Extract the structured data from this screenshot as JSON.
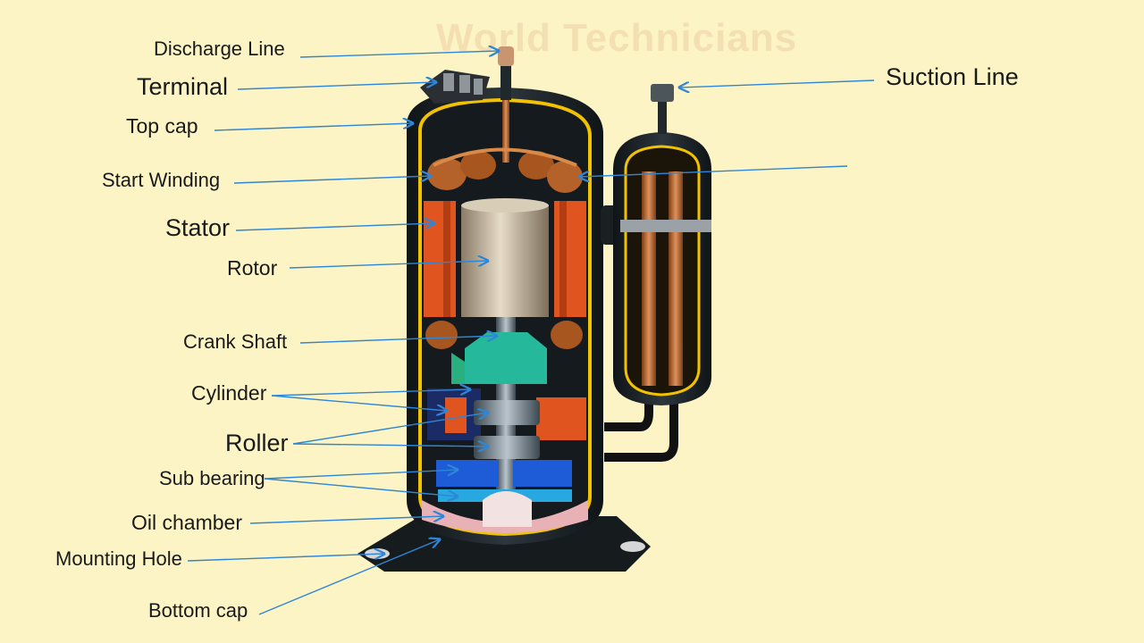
{
  "watermark": "World Technicians",
  "labels": {
    "discharge_line": "Discharge Line",
    "terminal": "Terminal",
    "top_cap": "Top cap",
    "start_winding": "Start Winding",
    "stator": "Stator",
    "rotor": "Rotor",
    "crank_shaft": "Crank Shaft",
    "cylinder": "Cylinder",
    "roller": "Roller",
    "sub_bearing": "Sub bearing",
    "oil_chamber": "Oil chamber",
    "mounting_hole": "Mounting Hole",
    "bottom_cap": "Bottom cap",
    "suction_line": "Suction Line"
  },
  "colors": {
    "background": "#fcf4c4",
    "leader_line": "#2f86d6",
    "shell": "#1c2226",
    "shell_outline": "#f2c200",
    "stator": "#e0541f",
    "rotor": "#c9b79c",
    "copper": "#c8743a",
    "crank_green": "#25b89a",
    "roller_blue": "#1e5bd6",
    "oil_pink": "#e8b1b6"
  }
}
